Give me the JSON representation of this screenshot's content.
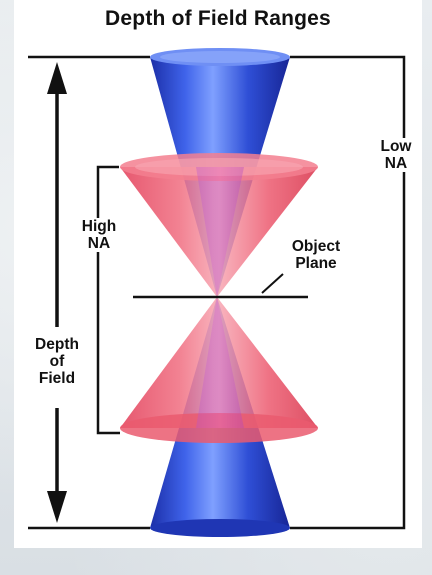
{
  "figure": {
    "title": "Depth of Field Ranges",
    "labels": {
      "low_na": [
        "Low",
        "NA"
      ],
      "high_na": [
        "High",
        "NA"
      ],
      "object_plane": [
        "Object",
        "Plane"
      ],
      "depth_of_field": [
        "Depth",
        "of",
        "Field"
      ]
    },
    "colors": {
      "low_na_cone": "#2f4fd6",
      "high_na_cone": "#ef5a6e",
      "lines": "#111111",
      "background_panel": "#ffffff"
    }
  }
}
